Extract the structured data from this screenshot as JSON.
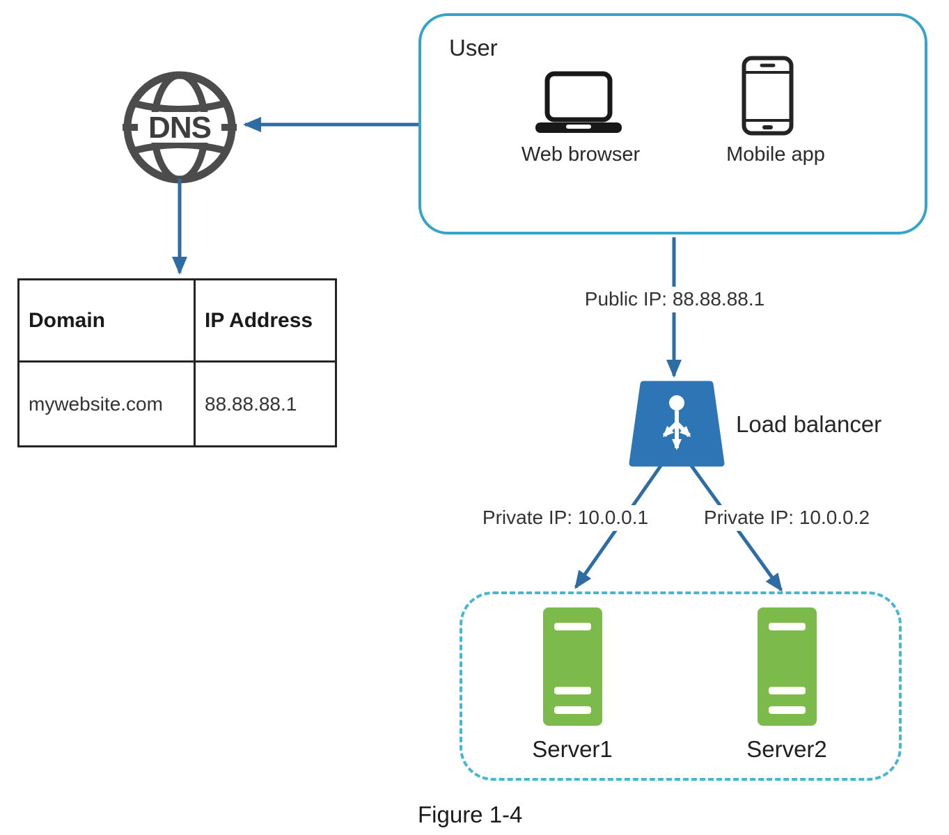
{
  "figure": {
    "caption": "Figure 1-4"
  },
  "user_group": {
    "title": "User",
    "devices": [
      {
        "icon": "laptop-icon",
        "label": "Web browser"
      },
      {
        "icon": "smartphone-icon",
        "label": "Mobile app"
      }
    ]
  },
  "dns": {
    "label": "DNS"
  },
  "dns_table": {
    "headers": [
      "Domain",
      "IP Address"
    ],
    "rows": [
      [
        "mywebsite.com",
        "88.88.88.1"
      ]
    ]
  },
  "load_balancer": {
    "label": "Load balancer"
  },
  "connections": {
    "public_ip": "Public IP: 88.88.88.1",
    "private_ip_1": "Private IP: 10.0.0.1",
    "private_ip_2": "Private IP: 10.0.0.2"
  },
  "servers": [
    {
      "label": "Server1"
    },
    {
      "label": "Server2"
    }
  ],
  "colors": {
    "arrow": "#2e6da4",
    "user_box_border": "#36a3c9",
    "server_group_border": "#47b5d4",
    "load_balancer_fill": "#2e75b6",
    "server_fill": "#7cba4b",
    "dns_icon": "#4c4c4c",
    "table_border": "#242424",
    "text": "#212121"
  }
}
